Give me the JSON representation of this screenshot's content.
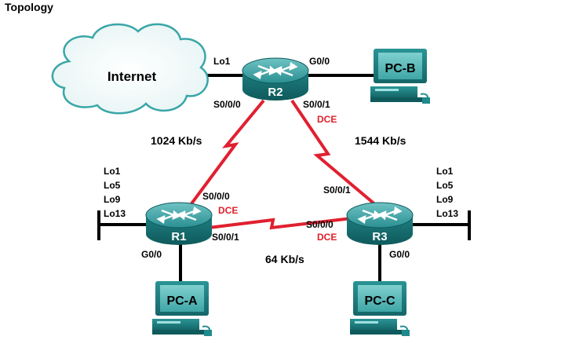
{
  "title": "Topology",
  "cloud_label": "Internet",
  "colors": {
    "serial_link": "#e02030",
    "ethernet_link": "#000000",
    "device_teal": "#1f8a8c",
    "dce_text": "#e0202a",
    "cloud_outline": "#3aa6a8"
  },
  "routers": {
    "r1": "R1",
    "r2": "R2",
    "r3": "R3"
  },
  "pcs": {
    "pca": "PC-A",
    "pcb": "PC-B",
    "pcc": "PC-C"
  },
  "links": {
    "r1_r2_rate": "1024 Kb/s",
    "r2_r3_rate": "1544 Kb/s",
    "r1_r3_rate": "64 Kb/s"
  },
  "interfaces": {
    "r2_lo1": "Lo1",
    "r2_g00": "G0/0",
    "r2_s000": "S0/0/0",
    "r2_s001": "S0/0/1",
    "r2_dce": "DCE",
    "r1_s000": "S0/0/0",
    "r1_dce": "DCE",
    "r1_s001": "S0/0/1",
    "r1_g00": "G0/0",
    "r3_s001": "S0/0/1",
    "r3_s000": "S0/0/0",
    "r3_dce": "DCE",
    "r3_g00": "G0/0"
  },
  "loopbacks": {
    "r1": [
      "Lo1",
      "Lo5",
      "Lo9",
      "Lo13"
    ],
    "r3": [
      "Lo1",
      "Lo5",
      "Lo9",
      "Lo13"
    ]
  }
}
